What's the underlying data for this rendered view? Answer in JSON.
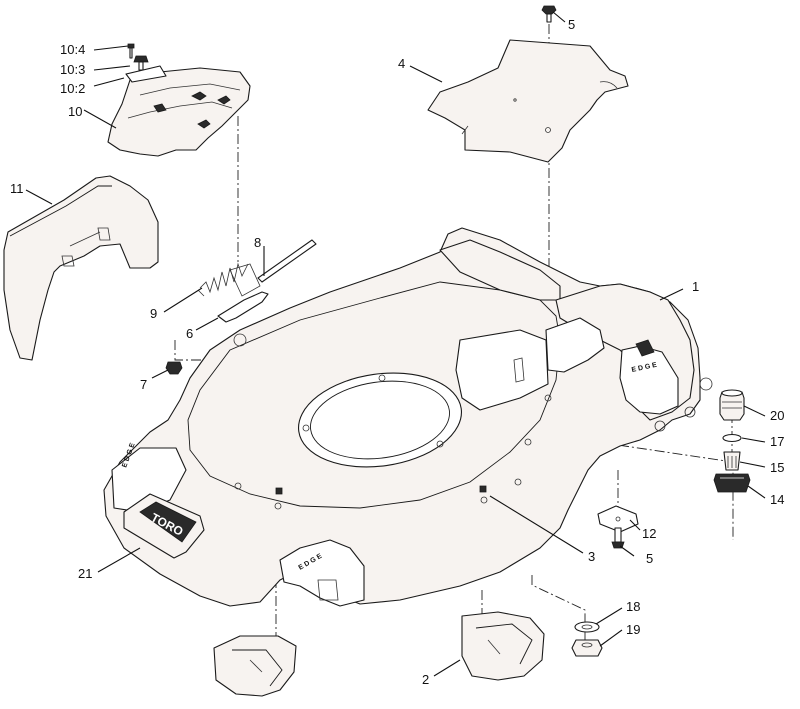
{
  "callouts": {
    "c1": "1",
    "c2": "2",
    "c3": "3",
    "c4": "4",
    "c5a": "5",
    "c5b": "5",
    "c6": "6",
    "c7": "7",
    "c8": "8",
    "c9": "9",
    "c10": "10",
    "c10_2": "10:2",
    "c10_3": "10:3",
    "c10_4": "10:4",
    "c11": "11",
    "c12": "12",
    "c14": "14",
    "c15": "15",
    "c17": "17",
    "c18": "18",
    "c19": "19",
    "c20": "20",
    "c21": "21"
  },
  "logo": {
    "text": "TORO"
  },
  "deck_letters": {
    "left": "E D G E",
    "front": "E D G E",
    "right": "E D G E"
  }
}
